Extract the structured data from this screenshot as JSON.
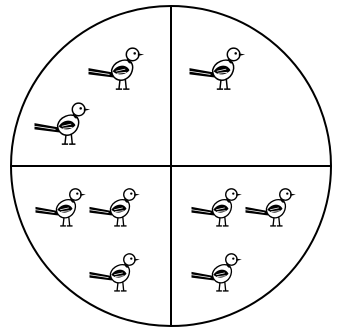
{
  "figure": {
    "kind": "circle divided into four equal quarters with bird drawings",
    "background_color": "#ffffff",
    "stroke_color": "#000000",
    "quadrants": [
      {
        "id": "top-left",
        "bird_count": 2
      },
      {
        "id": "top-right",
        "bird_count": 1
      },
      {
        "id": "bottom-left",
        "bird_count": 3
      },
      {
        "id": "bottom-right",
        "bird_count": 3
      }
    ],
    "bird_icon": "mockingbird-icon"
  }
}
